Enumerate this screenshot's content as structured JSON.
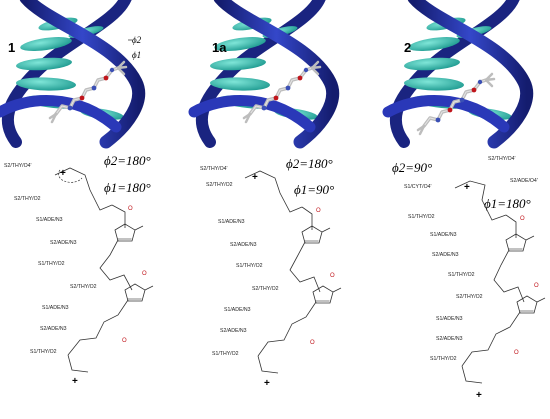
{
  "panels": [
    {
      "id": "1",
      "title": "1",
      "phi2": "ϕ2=180°",
      "phi1": "ϕ1=180°",
      "render_phi2_label": "ϕ2",
      "render_phi1_label": "ϕ1",
      "hbonds": [
        "S2/THY/O4'",
        "S2/THY/O2",
        "S1/ADE/N3",
        "S2/ADE/N3",
        "S1/THY/O2",
        "S2/THY/O2",
        "S1/ADE/N3",
        "S2/ADE/N3",
        "S1/THY/O2"
      ]
    },
    {
      "id": "1a",
      "title": "1a",
      "phi2": "ϕ2=180°",
      "phi1": "ϕ1=90°",
      "hbonds": [
        "S2/THY/O4'",
        "S2/THY/O2",
        "S1/ADE/N3",
        "S2/ADE/N3",
        "S1/THY/O2",
        "S2/THY/O2",
        "S1/ADE/N3",
        "S2/ADE/N3",
        "S1/THY/O2"
      ]
    },
    {
      "id": "2",
      "title": "2",
      "phi2": "ϕ2=90°",
      "phi1": "ϕ1=180°",
      "hbonds": [
        "S2/THY/O4'",
        "S1/CYT/O4'",
        "S2/ADE/O4'",
        "S1/THY/O2",
        "S1/ADE/N3",
        "S2/ADE/N3",
        "S1/THY/O2",
        "S2/THY/O2",
        "S1/ADE/N3",
        "S2/ADE/N3",
        "S1/THY/O2"
      ]
    }
  ],
  "colors": {
    "helix": "#1f2a9e",
    "helix_dark": "#141c6e",
    "base": "#2bb3a8",
    "base_light": "#5fd3c6",
    "oxygen": "#c0151b",
    "nitrogen": "#3a4fb5",
    "ligand": "#c9c9c9"
  }
}
